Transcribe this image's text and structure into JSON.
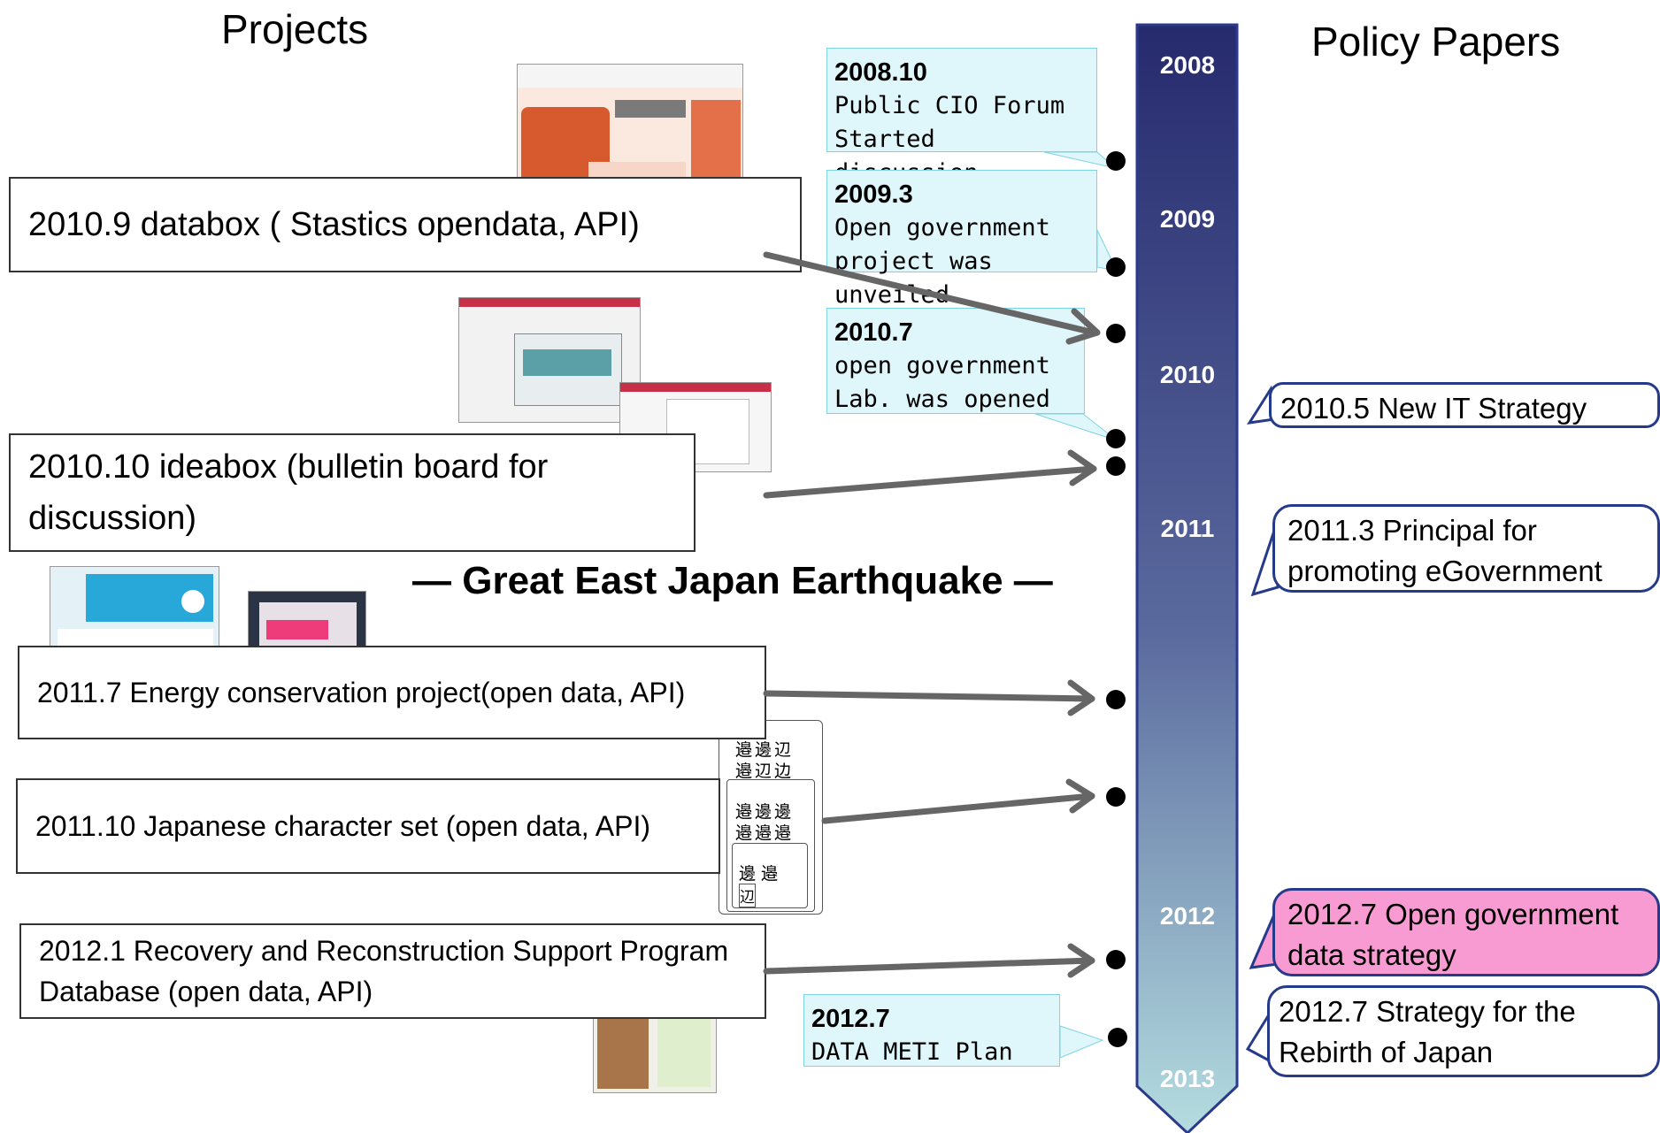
{
  "headings": {
    "projects": "Projects",
    "policy": "Policy Papers"
  },
  "years": [
    "2008",
    "2009",
    "2010",
    "2011",
    "2012",
    "2013"
  ],
  "projects": [
    {
      "text": "2010.9 databox ( Stastics opendata, API)"
    },
    {
      "text": "2010.10  ideabox (bulletin board for discussion)"
    },
    {
      "text": "2011.7 Energy conservation project(open data, API)"
    },
    {
      "text": "2011.10 Japanese character set (open data, API)"
    },
    {
      "text": "2012.1 Recovery and Reconstruction Support Program Database (open data, API)"
    }
  ],
  "earthquake": "— Great East Japan Earthquake —",
  "callouts": [
    {
      "date": "2008.10",
      "lines": [
        "Public CIO Forum",
        "Started discussion"
      ]
    },
    {
      "date": "2009.3",
      "lines": [
        "Open government",
        "project was unveiled"
      ]
    },
    {
      "date": "2010.7",
      "lines": [
        "open government",
        "Lab. was opened"
      ]
    },
    {
      "date": "2012.7",
      "lines": [
        "DATA METI Plan"
      ]
    }
  ],
  "policies": [
    {
      "text": "2010.5   New IT Strategy",
      "color": "#ffffff"
    },
    {
      "text": "2011.3  Principal for promoting eGovernment",
      "color": "#ffffff"
    },
    {
      "text": "2012.7  Open government data strategy",
      "color": "#f99bd3"
    },
    {
      "text": "2012.7   Strategy for the Rebirth  of Japan",
      "color": "#ffffff"
    }
  ],
  "kanji": {
    "row1": "邉邊辺",
    "row2": "邉辺边",
    "row3": "邉邊邊",
    "row4": "邉邉邉",
    "row5": "邊 邉",
    "row6": "辺"
  },
  "colors": {
    "timeline_top": "#262a6e",
    "timeline_bottom": "#b4dde0",
    "arrow": "#666666",
    "policy_border": "#263a8a"
  }
}
